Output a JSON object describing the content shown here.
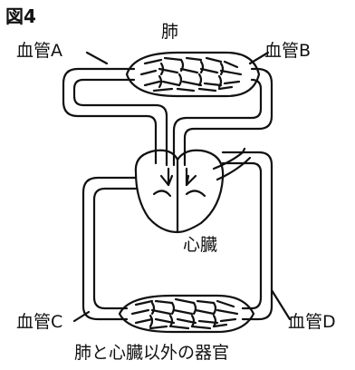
{
  "figure_number": "図4",
  "labels": {
    "lung": "肺",
    "vessel_a": "血管A",
    "vessel_b": "血管B",
    "heart": "心臓",
    "vessel_c": "血管C",
    "vessel_d": "血管D",
    "other_organs": "肺と心臓以外の器官"
  },
  "colors": {
    "line": "#111111",
    "background": "#ffffff"
  }
}
